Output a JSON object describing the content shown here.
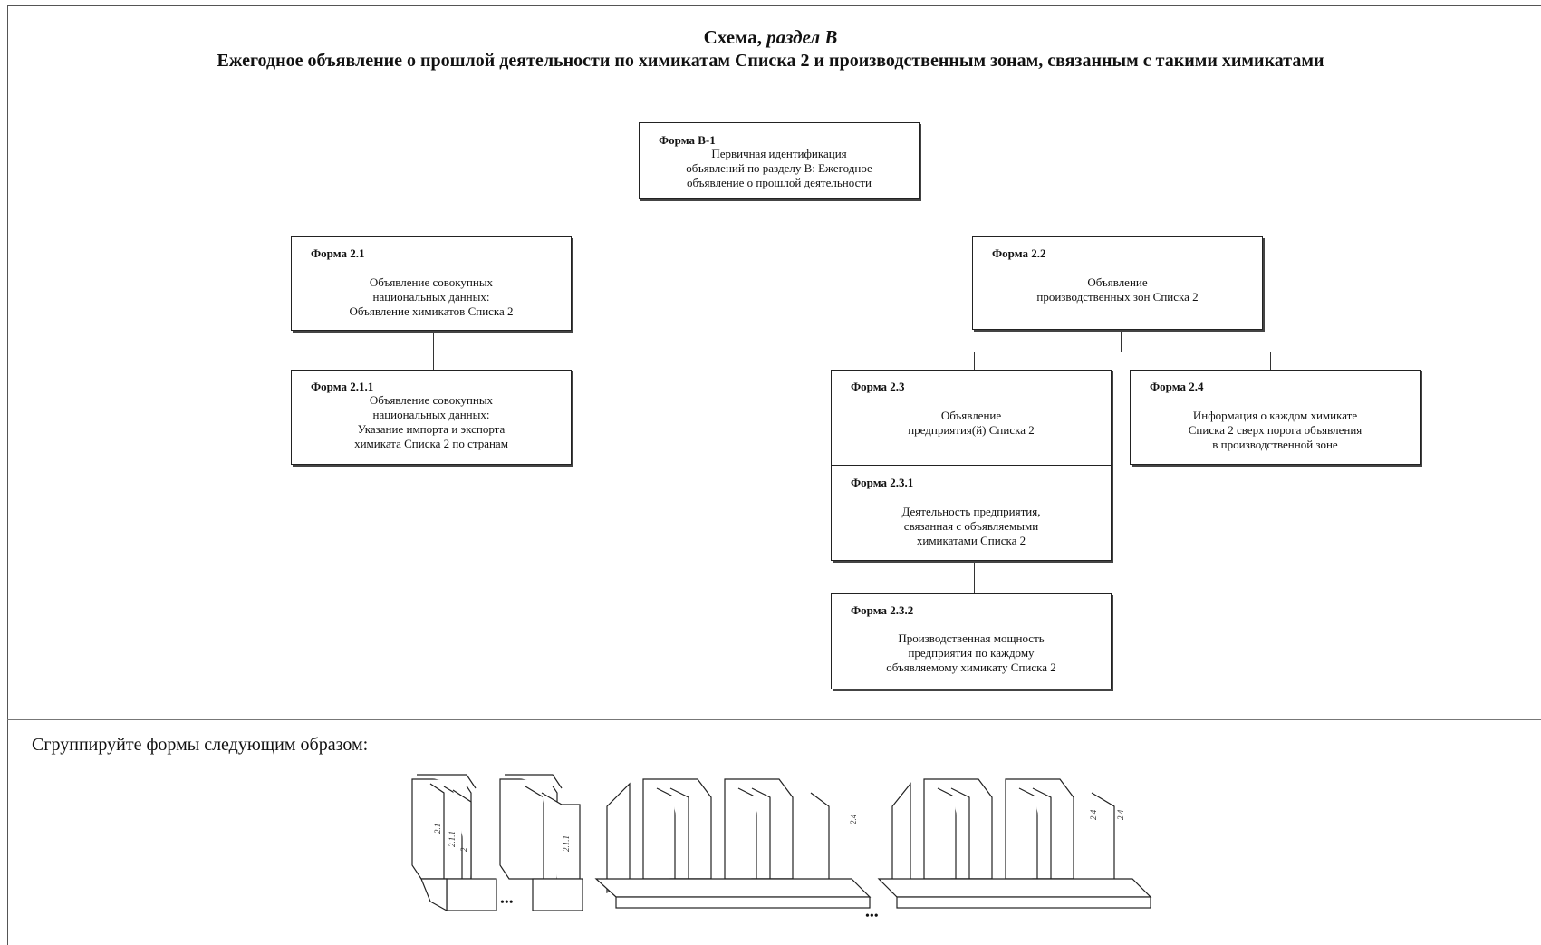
{
  "title": {
    "line1_prefix": "Схема,",
    "line1_italic": "раздел B",
    "line2": "Ежегодное объявление о прошлой деятельности по химикатам Списка 2 и производственным зонам, связанным с такими химикатами"
  },
  "forms": {
    "b1": {
      "id": "Форма B-1",
      "text": "Первичная идентификация\nобъявлений по разделу B: Ежегодное\nобъявление о прошлой деятельности"
    },
    "f21": {
      "id": "Форма 2.1",
      "text": "Объявление совокупных\nнациональных данных:\nОбъявление химикатов Списка 2"
    },
    "f211": {
      "id": "Форма 2.1.1",
      "text": "Объявление совокупных\nнациональных данных:\nУказание импорта и экспорта\nхимиката Списка 2 по странам"
    },
    "f22": {
      "id": "Форма 2.2",
      "text": "Объявление\nпроизводственных зон Списка 2"
    },
    "f23": {
      "id": "Форма 2.3",
      "text": "Объявление\nпредприятия(й) Списка 2"
    },
    "f231": {
      "id": "Форма 2.3.1",
      "text": "Деятельность предприятия,\nсвязанная с объявляемыми\nхимикатами Списка 2"
    },
    "f232": {
      "id": "Форма 2.3.2",
      "text": "Производственная мощность\nпредприятия по каждому\nобъявляемому химикату Списка 2"
    },
    "f24": {
      "id": "Форма 2.4",
      "text": "Информация о каждом химикате\nСписка 2 сверх порога объявления\nв производственной зоне"
    }
  },
  "grouping_caption": "Сгруппируйте формы следующим образом:",
  "illustration": {
    "folder_labels": [
      "2.1",
      "2.1.1",
      "2",
      "2.1.1",
      "2.4",
      "2.4",
      "2.4"
    ],
    "ellipsis": "..."
  }
}
